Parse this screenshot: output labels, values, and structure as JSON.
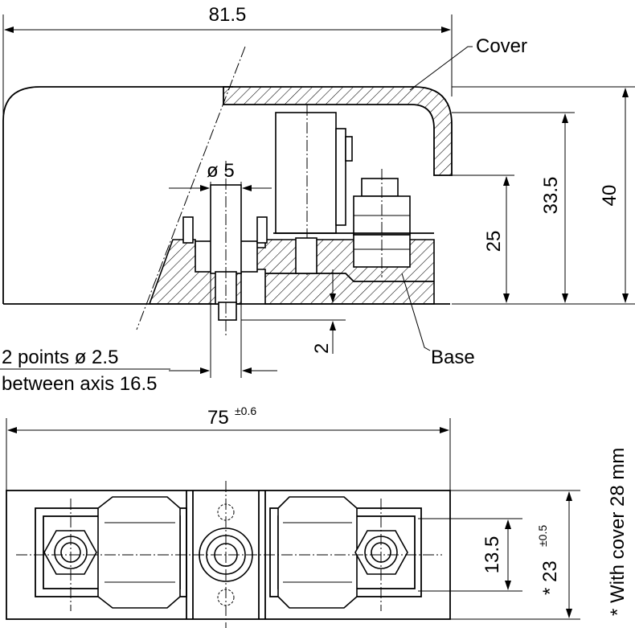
{
  "dimensions": {
    "overall_length": "81.5",
    "hole_diameter": "ø 5",
    "height_total": "40",
    "height_cover": "33.5",
    "height_base": "25",
    "pin_offset": "2",
    "base_length": "75",
    "base_length_tolerance": "±0.6",
    "hole_spacing": "13.5",
    "base_width_prefix": "* 23",
    "base_width_tolerance": "±0.5"
  },
  "labels": {
    "cover": "Cover",
    "base": "Base",
    "note_line1": "2 points ø 2.5",
    "note_line2": "between axis 16.5",
    "footnote": "* With cover 28 mm"
  }
}
